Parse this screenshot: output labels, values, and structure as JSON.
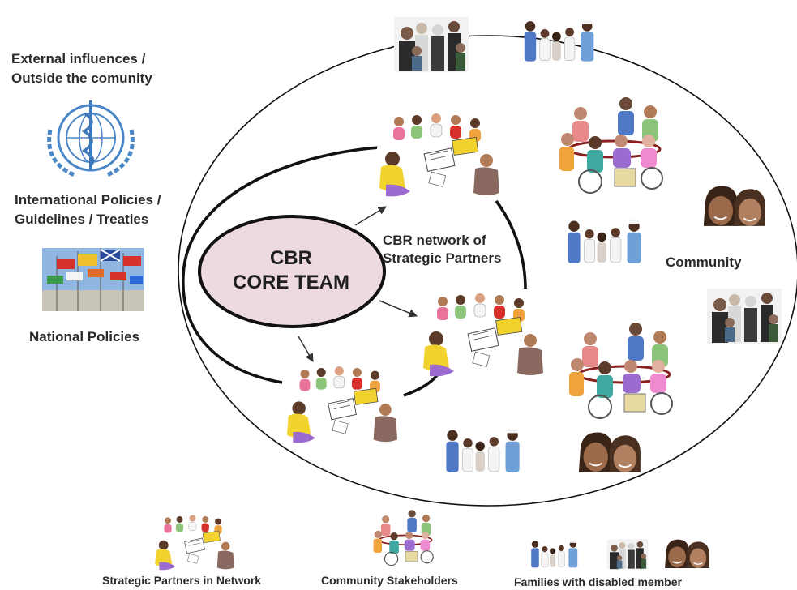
{
  "left_panel": {
    "heading_line1": "External influences /",
    "heading_line2": "Outside the comunity",
    "who_logo_icon": "who-emblem-icon",
    "intl_line1": "International Policies /",
    "intl_line2": "Guidelines / Treaties",
    "flags_icon": "flags-photo-icon",
    "national": "National Policies"
  },
  "core": {
    "line1": "CBR",
    "line2": "CORE TEAM",
    "fill": "#ecd9e1",
    "stroke": "#111111"
  },
  "network_label": {
    "line1": "CBR network of",
    "line2": "Strategic Partners"
  },
  "community_label": "Community",
  "legend": {
    "partners": "Strategic Partners in Network",
    "stakeholders": "Community Stakeholders",
    "families": "Families with disabled member"
  },
  "colors": {
    "skin_dark": "#5b3a2a",
    "skin_mid": "#b07a55",
    "shirt_yellow": "#f2d22e",
    "shirt_purple": "#9b6bcf",
    "shirt_pink": "#e9739b",
    "shirt_blue": "#4f79c7",
    "shirt_green": "#8cc47a",
    "shirt_orange": "#f0a23c",
    "shirt_teal": "#3fa8a0",
    "shirt_white": "#f4f4f4",
    "flag_red": "#d8312b",
    "who_blue": "#4a87c8"
  }
}
